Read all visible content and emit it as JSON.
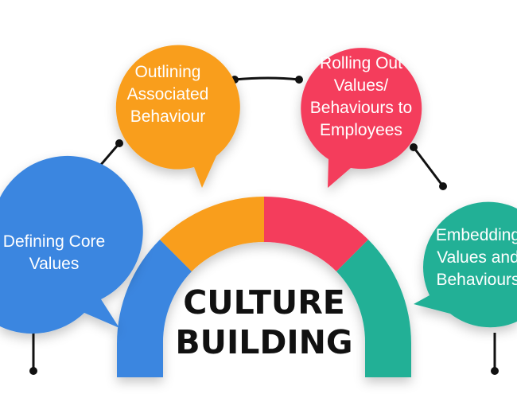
{
  "colors": {
    "blue": "#3b86e0",
    "orange": "#f99e1e",
    "red": "#f43d5c",
    "teal": "#20b096",
    "connector": "#111111",
    "text_on_bubble": "#ffffff",
    "title": "#111111"
  },
  "center": {
    "line1": "CULTURE",
    "line2": "BUILDING"
  },
  "steps": [
    {
      "color": "blue",
      "lines": [
        "Defining Core",
        "Values"
      ]
    },
    {
      "color": "orange",
      "lines": [
        "Outlining",
        "Associated",
        "Behaviour"
      ]
    },
    {
      "color": "red",
      "lines": [
        "Rolling Out",
        "Values/",
        "Behaviours to",
        "Employees"
      ]
    },
    {
      "color": "teal",
      "lines": [
        "Embedding",
        "Values and",
        "Behaviours"
      ]
    }
  ]
}
